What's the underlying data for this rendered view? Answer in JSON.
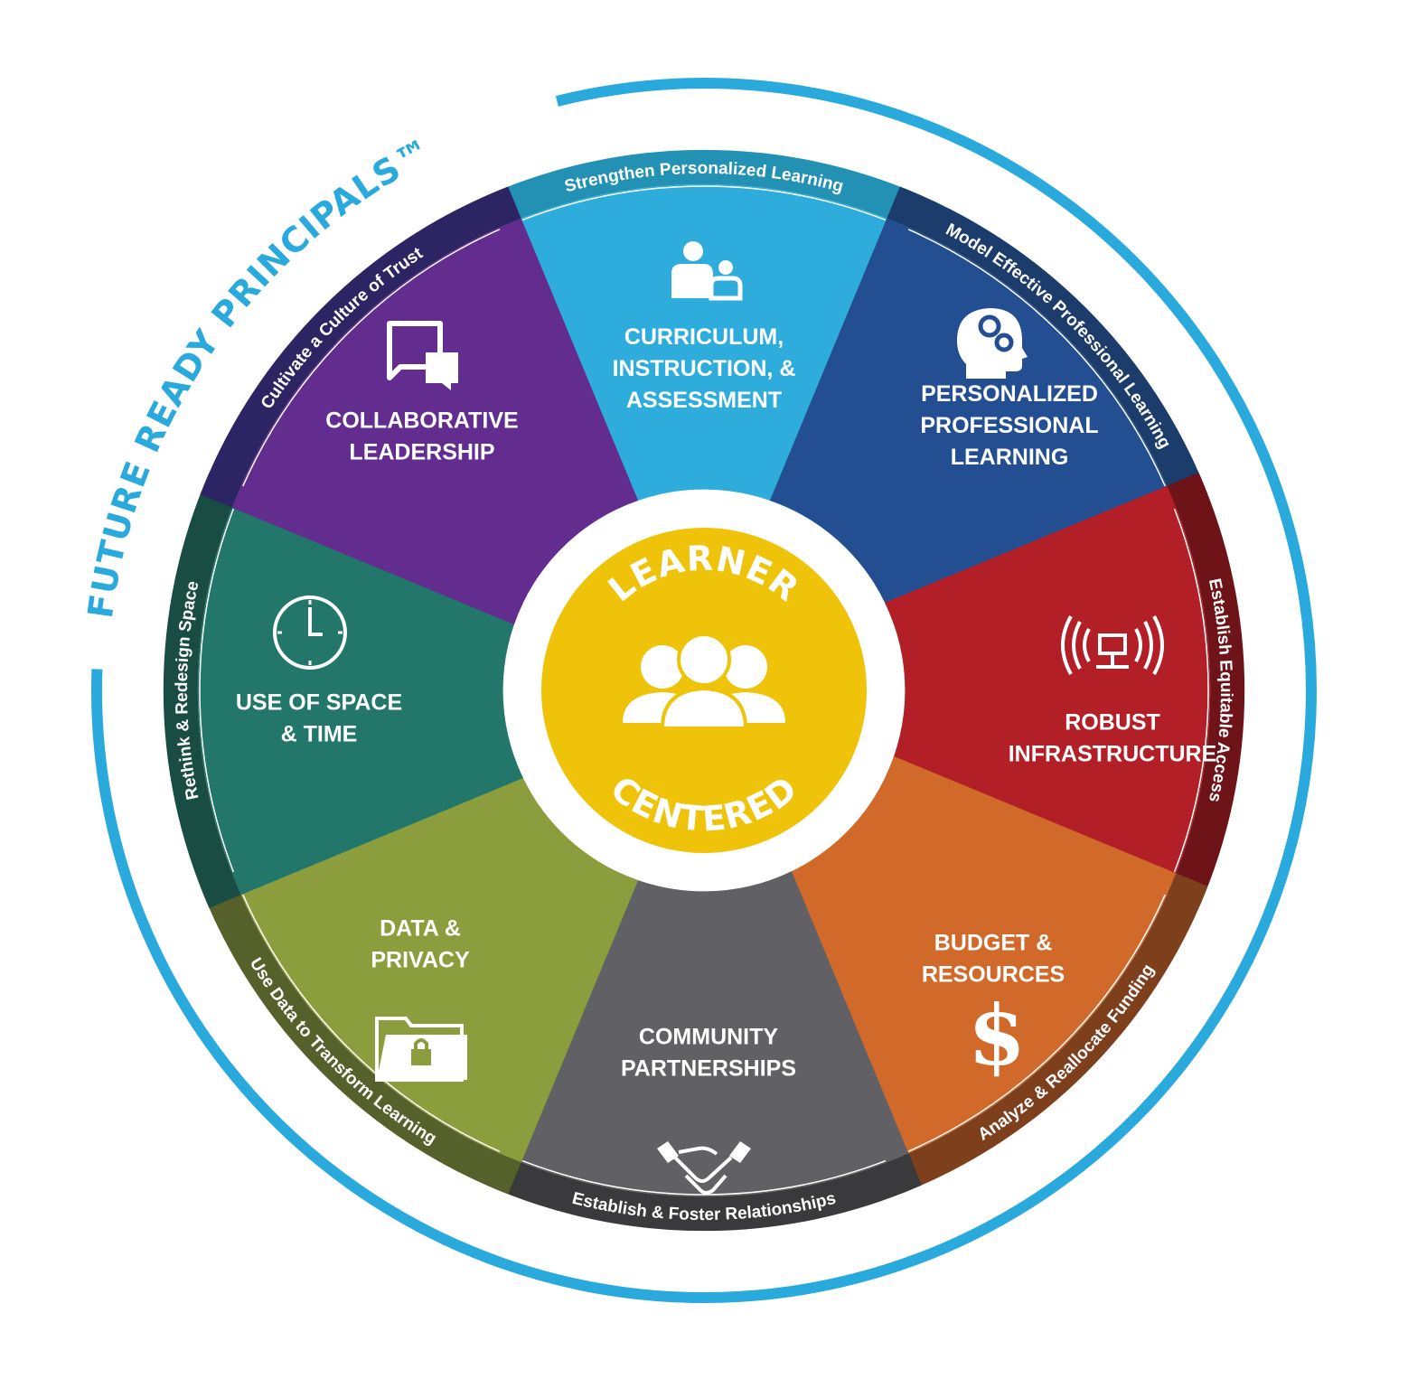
{
  "title": "FUTURE READY PRINCIPALS™",
  "colors": {
    "ring": "#2aaadc",
    "center": "#efc30a",
    "gap": "#ffffff"
  },
  "center": {
    "top_label": "LEARNER",
    "bottom_label": "CENTERED",
    "icon": "people-group-icon"
  },
  "segments": [
    {
      "label_lines": [
        "CURRICULUM,",
        "INSTRUCTION, &",
        "ASSESSMENT"
      ],
      "band_text": "Strengthen Personalized Learning",
      "icon": "teacher-student-icon",
      "color": "#2eaddc",
      "band_color": "#2291b4"
    },
    {
      "label_lines": [
        "PERSONALIZED",
        "PROFESSIONAL",
        "LEARNING"
      ],
      "band_text": "Model Effective Professional Learning",
      "icon": "head-gears-icon",
      "color": "#234f92",
      "band_color": "#1c3c6b"
    },
    {
      "label_lines": [
        "ROBUST",
        "INFRASTRUCTURE"
      ],
      "band_text": "Establish Equitable Access",
      "icon": "wireless-network-icon",
      "color": "#b21f26",
      "band_color": "#6e1318"
    },
    {
      "label_lines": [
        "BUDGET &",
        "RESOURCES"
      ],
      "band_text": "Analyze & Reallocate Funding",
      "icon": "dollar-icon",
      "color": "#d1692a",
      "band_color": "#7e3f1d"
    },
    {
      "label_lines": [
        "COMMUNITY",
        "PARTNERSHIPS"
      ],
      "band_text": "Establish & Foster Relationships",
      "icon": "handshake-icon",
      "color": "#616165",
      "band_color": "#3a3a3d"
    },
    {
      "label_lines": [
        "DATA &",
        "PRIVACY"
      ],
      "band_text": "Use Data to Transform Learning",
      "icon": "locked-folder-icon",
      "color": "#8c9d3e",
      "band_color": "#55602a"
    },
    {
      "label_lines": [
        "USE OF SPACE",
        "& TIME"
      ],
      "band_text": "Rethink & Redesign Space",
      "icon": "clock-icon",
      "color": "#23776a",
      "band_color": "#194c42"
    },
    {
      "label_lines": [
        "COLLABORATIVE",
        "LEADERSHIP"
      ],
      "band_text": "Cultivate a Culture of Trust",
      "icon": "chat-bubbles-icon",
      "color": "#632c8f",
      "band_color": "#2d2463"
    }
  ]
}
